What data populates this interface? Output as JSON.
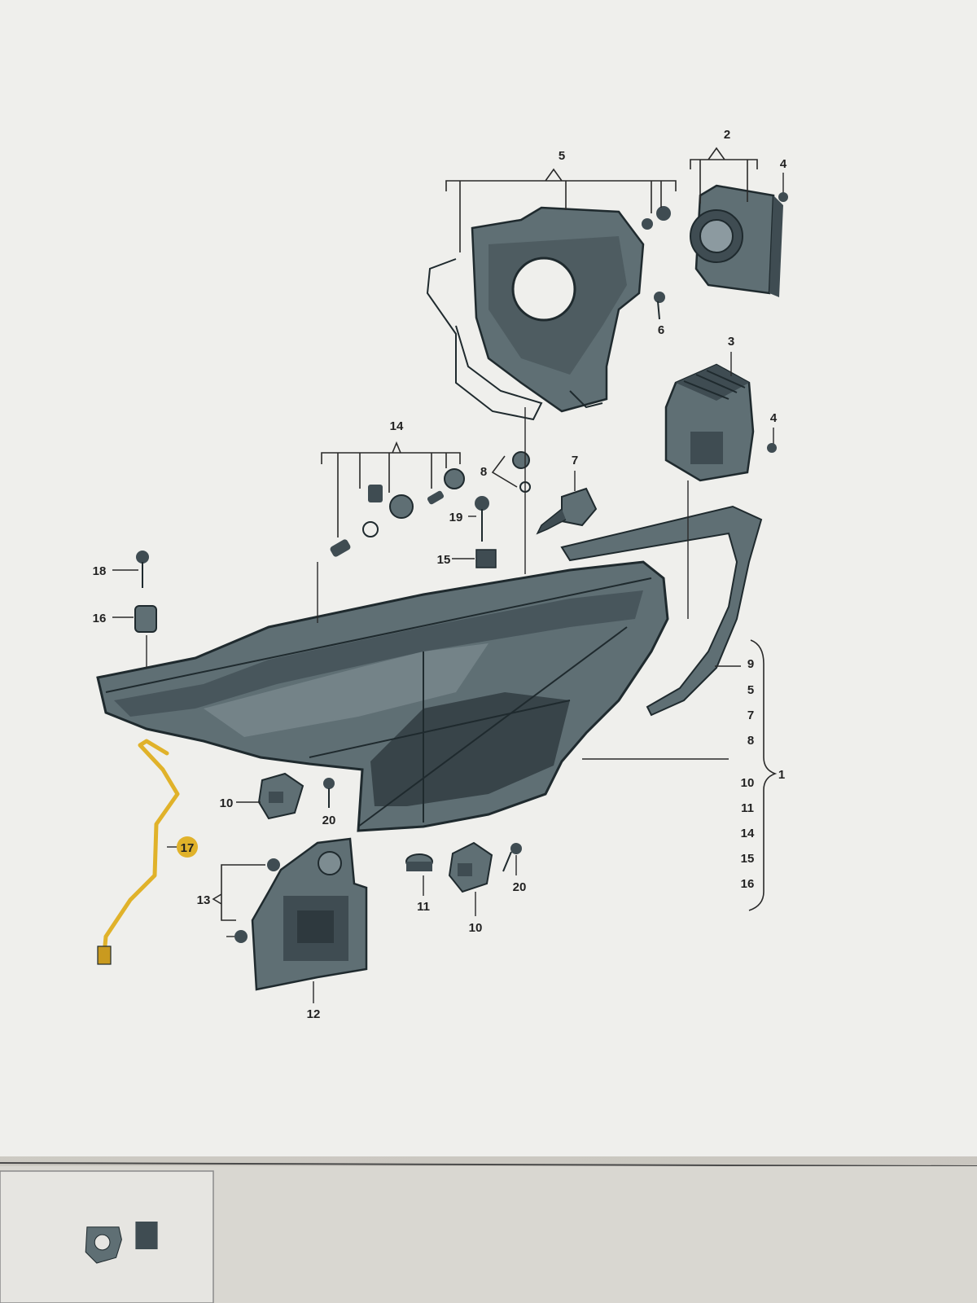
{
  "diagram": {
    "callouts": {
      "c2": "2",
      "c4a": "4",
      "c5": "5",
      "c6": "6",
      "c3": "3",
      "c4b": "4",
      "c14": "14",
      "c8": "8",
      "c7": "7",
      "c19": "19",
      "c15": "15",
      "c18": "18",
      "c16": "16",
      "c10a": "10",
      "c20a": "20",
      "c17": "17",
      "c13": "13",
      "c12": "12",
      "c11": "11",
      "c10b": "10",
      "c20b": "20",
      "c1": "1"
    },
    "group_list": [
      "9",
      "5",
      "7",
      "8",
      "10",
      "11",
      "14",
      "15",
      "16"
    ],
    "highlight_color": "#e0b22a"
  }
}
